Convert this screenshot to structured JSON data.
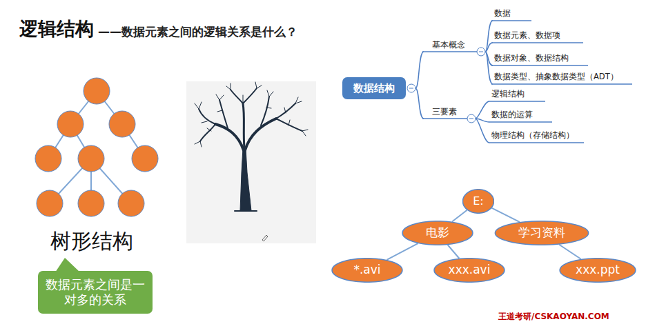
{
  "diagram": {
    "title": "逻辑结构",
    "nodes": [
      {
        "text": [
          "数据元素之间是一对多的关系"
        ]
      },
      {
        "text": [
          "数据结构"
        ]
      },
      {
        "text": [
          "E:"
        ]
      },
      {
        "text": [
          "电影"
        ]
      },
      {
        "text": [
          "学习资料"
        ]
      },
      {
        "text": [
          "*.avi"
        ]
      },
      {
        "text": [
          "xxx.avi"
        ]
      },
      {
        "text": [
          "xxx.ppt"
        ]
      }
    ],
    "edges": [
      {
        "from": 2,
        "to": 3,
        "arrow": "none"
      },
      {
        "from": 2,
        "to": 4,
        "arrow": "none"
      },
      {
        "from": 3,
        "to": 5,
        "arrow": "none"
      },
      {
        "from": 3,
        "to": 6,
        "arrow": "none"
      },
      {
        "from": 4,
        "to": 7,
        "arrow": "none"
      }
    ],
    "labels": [
      "——数据元素之间的逻辑关系是什么？",
      "树形结构",
      "基本概念",
      "数据",
      "数据元素、数据项",
      "数据对象、数据结构",
      "数据类型、抽象数据类型（ADT）",
      "三要素",
      "逻辑结构",
      "数据的运算",
      "物理结构（存储结构）",
      "王道考研/CSKAOYAN.COM"
    ]
  }
}
